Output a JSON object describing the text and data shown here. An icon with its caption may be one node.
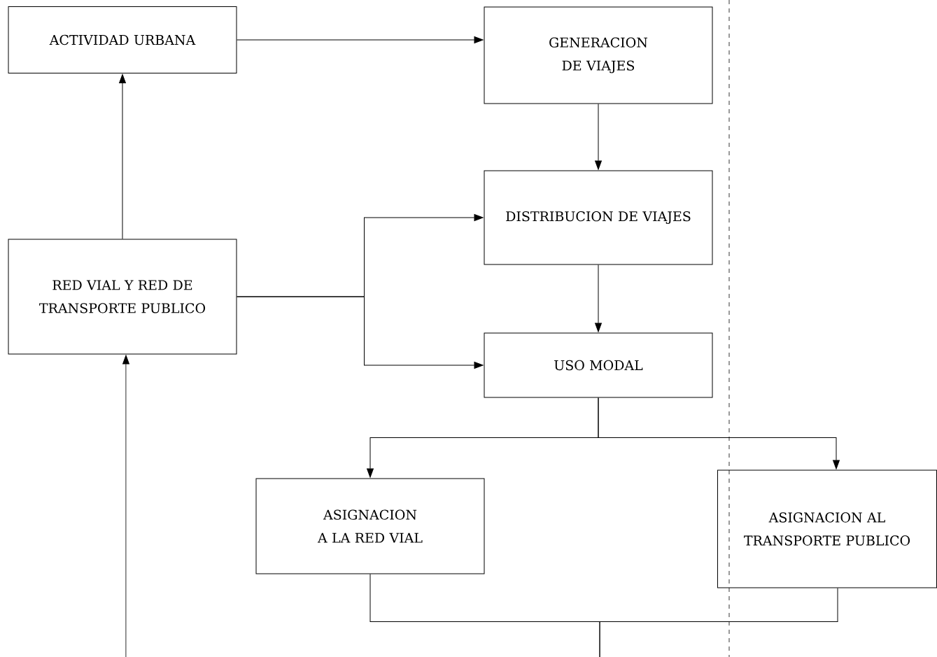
{
  "diagram": {
    "nodes": [
      {
        "text": [
          "ACTIVIDAD URBANA"
        ]
      },
      {
        "text": [
          "GENERACION DE VIAJES"
        ]
      },
      {
        "text": [
          "RED VIAL Y RED DE TRANSPORTE PUBLICO"
        ]
      },
      {
        "text": [
          "DISTRIBUCION DE VIAJES"
        ]
      },
      {
        "text": [
          "USO MODAL"
        ]
      },
      {
        "text": [
          "ASIGNACION A LA RED VIAL"
        ]
      },
      {
        "text": [
          "ASIGNACION AL TRANSPORTE PUBLICO"
        ]
      }
    ],
    "edges": [
      {
        "from": 0,
        "to": 1,
        "arrow": "to"
      },
      {
        "from": 1,
        "to": 3,
        "arrow": "to"
      },
      {
        "from": 2,
        "to": 0,
        "arrow": "to"
      },
      {
        "from": 2,
        "to": 3,
        "arrow": "to"
      },
      {
        "from": 2,
        "to": 4,
        "arrow": "to"
      },
      {
        "from": 3,
        "to": 4,
        "arrow": "to"
      },
      {
        "from": 4,
        "to": 5,
        "arrow": "to"
      },
      {
        "from": 4,
        "to": 6,
        "arrow": "to"
      },
      {
        "from": 5,
        "to": null,
        "arrow": "none"
      },
      {
        "from": 6,
        "to": null,
        "arrow": "none"
      },
      {
        "from": null,
        "to": 2,
        "arrow": "to"
      }
    ]
  }
}
